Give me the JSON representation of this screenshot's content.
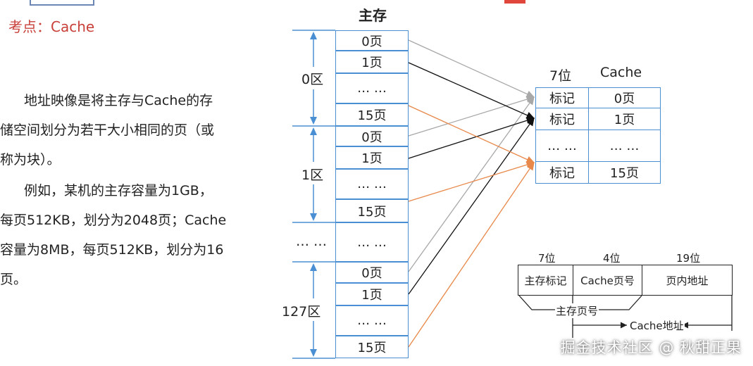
{
  "header": {
    "topic": "考点：Cache"
  },
  "explanation": {
    "lines1": [
      "地址映像是将主存与Cache的存",
      "储空间划分为若干大小相同的页（或",
      "称为块）。"
    ],
    "lines2": [
      "例如，某机的主存容量为1GB，",
      "每页512KB，划分为2048页；Cache",
      "容量为8MB，每页512KB，划分为16",
      "页。"
    ]
  },
  "main_memory": {
    "title": "主存",
    "cells": [
      "0页",
      "1页",
      "… …",
      "15页",
      "0页",
      "1页",
      "… …",
      "15页",
      "… …",
      "0页",
      "1页",
      "… …",
      "15页"
    ],
    "zones": [
      "0区",
      "1区",
      "… …",
      "127区"
    ]
  },
  "cache": {
    "col1": "7位",
    "col2": "Cache",
    "rows": [
      [
        "标记",
        "0页"
      ],
      [
        "标记",
        "1页"
      ],
      [
        "… …",
        "… …"
      ],
      [
        "标记",
        "15页"
      ]
    ]
  },
  "address_format": {
    "bits": [
      "7位",
      "4位",
      "19位"
    ],
    "fields": [
      "主存标记",
      "Cache页号",
      "页内地址"
    ],
    "main_page_no": "主存页号",
    "cache_addr": "Cache地址"
  },
  "colors": {
    "grid": "#4a8fd4",
    "gray": "#a8a8a8",
    "black": "#111111",
    "orange": "#e8884a",
    "red": "#c9403a"
  },
  "watermark": "掘金技术社区 @ 秋甜正果"
}
